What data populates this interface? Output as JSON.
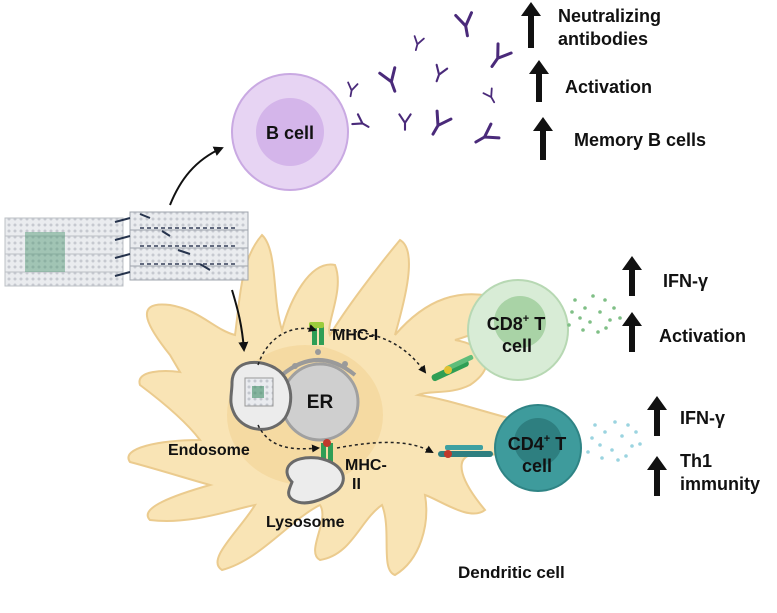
{
  "labels": {
    "b_cell": "B cell",
    "er": "ER",
    "mhc_i": "MHC-I",
    "mhc_ii_line1": "MHC-",
    "mhc_ii_line2": "II",
    "endosome": "Endosome",
    "lysosome": "Lysosome",
    "cd8_main": "CD8",
    "cd8_sup": "+",
    "cd8_after": " T",
    "cd8_line2": "cell",
    "cd4_main": "CD4",
    "cd4_sup": "+",
    "cd4_after": " T",
    "cd4_line2": "cell",
    "dendritic_cell": "Dendritic cell"
  },
  "b_cell_outcomes": [
    {
      "line1": "Neutralizing",
      "line2": "antibodies"
    },
    {
      "line1": "Activation",
      "line2": ""
    },
    {
      "line1": "Memory B cells",
      "line2": ""
    }
  ],
  "cd8_outcomes": [
    {
      "line1": "IFN-γ",
      "line2": ""
    },
    {
      "line1": "Activation",
      "line2": ""
    }
  ],
  "cd4_outcomes": [
    {
      "line1": "IFN-γ",
      "line2": ""
    },
    {
      "line1": "Th1",
      "line2": "immunity"
    }
  ],
  "colors": {
    "dendritic_fill": "#f9e4b5",
    "dendritic_stroke": "#e8c889",
    "b_cell_outer": "#e7d4f3",
    "b_cell_inner": "#d4b5ea",
    "antibody": "#4a2a7a",
    "cd8_outer": "#d8ecd6",
    "cd8_inner": "#a9d3a6",
    "cd8_dots": "#7fbf86",
    "cd4_outer": "#3e9b9c",
    "cd4_inner": "#2e7f80",
    "cd4_dots": "#9bd4e0",
    "mhc_green": "#2f9e55",
    "arrow": "#111111"
  },
  "icons": [
    "up-arrow-icon",
    "antibody-icon",
    "nanoparticle-stack-icon"
  ]
}
